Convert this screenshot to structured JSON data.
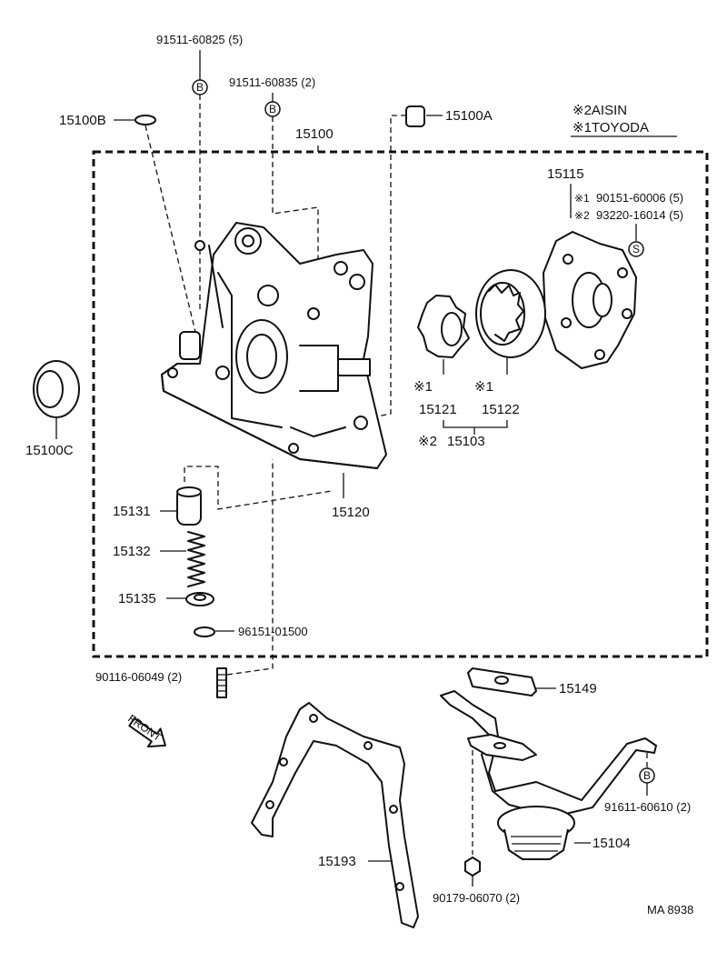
{
  "parts": {
    "p91511_60825": "91511-60825 (5)",
    "p91511_60835": "91511-60835 (2)",
    "p15100B": "15100B",
    "p15100A": "15100A",
    "p15100": "15100",
    "p15100C": "15100C",
    "p15115": "15115",
    "p90151": "90151-60006 (5)",
    "p93220": "93220-16014 (5)",
    "p15121": "15121",
    "p15122": "15122",
    "p15103": "15103",
    "p15131": "15131",
    "p15132": "15132",
    "p15135": "15135",
    "p96151": "96151-01500",
    "p15120": "15120",
    "p90116": "90116-06049 (2)",
    "p15149": "15149",
    "p91611": "91611-60610 (2)",
    "p15104": "15104",
    "p15193": "15193",
    "p90179": "90179-06070 (2)"
  },
  "legend": {
    "aisin": "※2AISIN",
    "toyoda": "※1TOYODA"
  },
  "marks": {
    "m1": "※1",
    "m2": "※2",
    "star1": "※1",
    "star2": "※2",
    "bolt_b": "B",
    "screw_s": "S"
  },
  "front_label": "FRONT",
  "diagram_code": "MA 8938"
}
